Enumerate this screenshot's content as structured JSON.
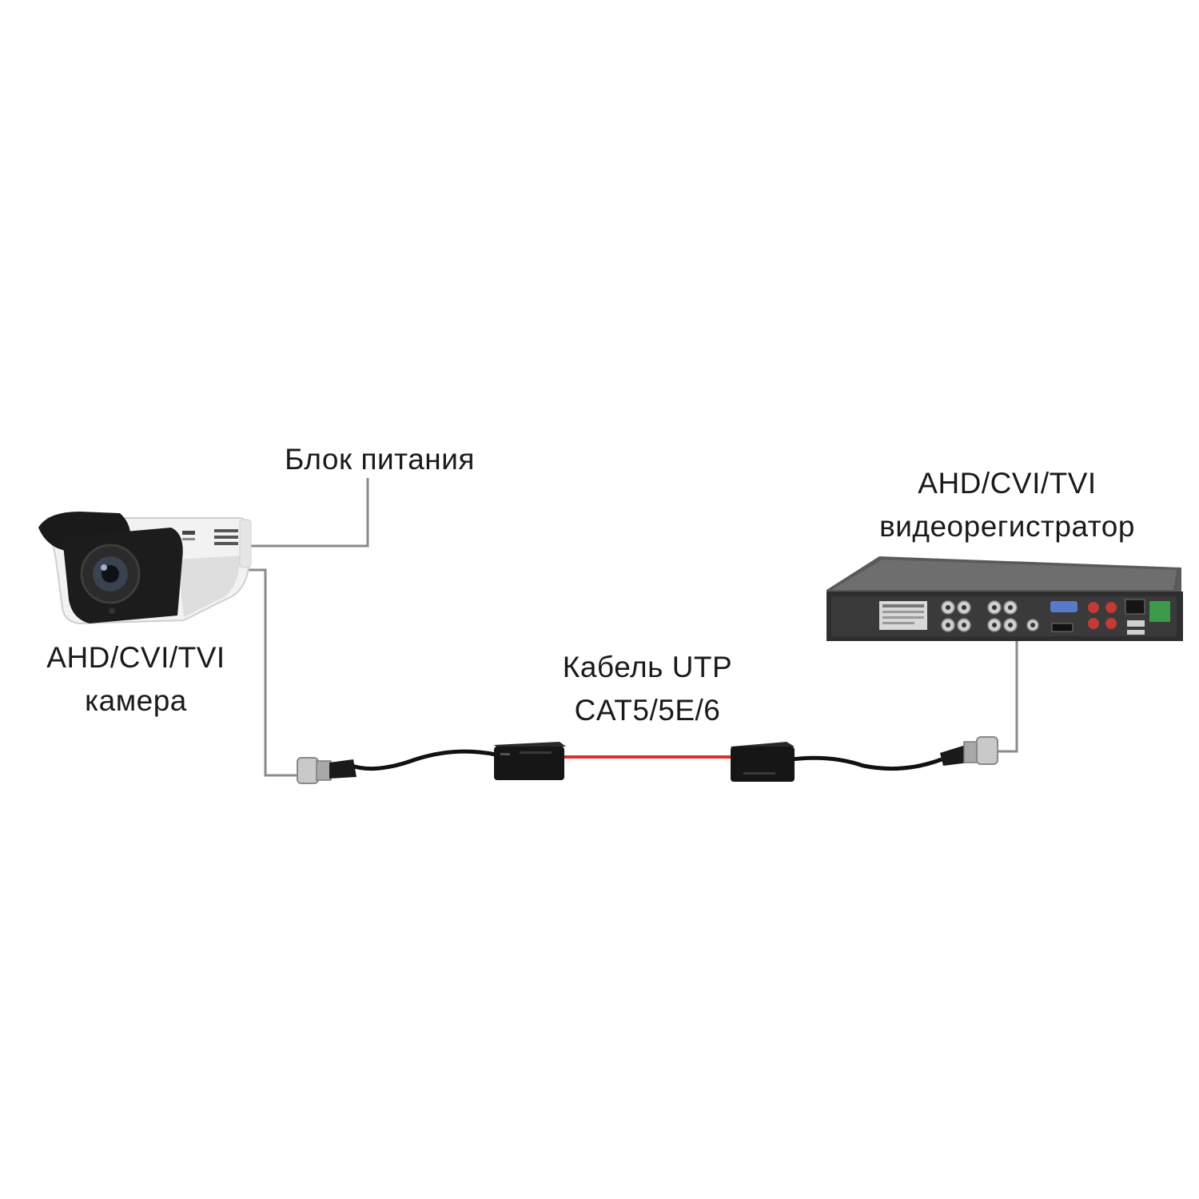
{
  "diagram": {
    "power_supply": {
      "label": "Блок питания"
    },
    "camera": {
      "line1": "AHD/CVI/TVI",
      "line2": "камера"
    },
    "cable": {
      "line1": "Кабель UTP",
      "line2": "CAT5/5E/6"
    },
    "dvr": {
      "line1": "AHD/CVI/TVI",
      "line2": "видеорегистратор"
    }
  },
  "colors": {
    "utp_cable": "#e0302a",
    "coax_cable": "#111111",
    "leader_line": "#8a8a8a",
    "camera_body": "#f2f2f2",
    "camera_front": "#1c1c1c",
    "balun_body": "#161616",
    "dvr_panel": "#2e2e2e"
  },
  "icons": [
    "camera-icon",
    "dvr-icon",
    "balun-icon",
    "bnc-connector-icon"
  ]
}
